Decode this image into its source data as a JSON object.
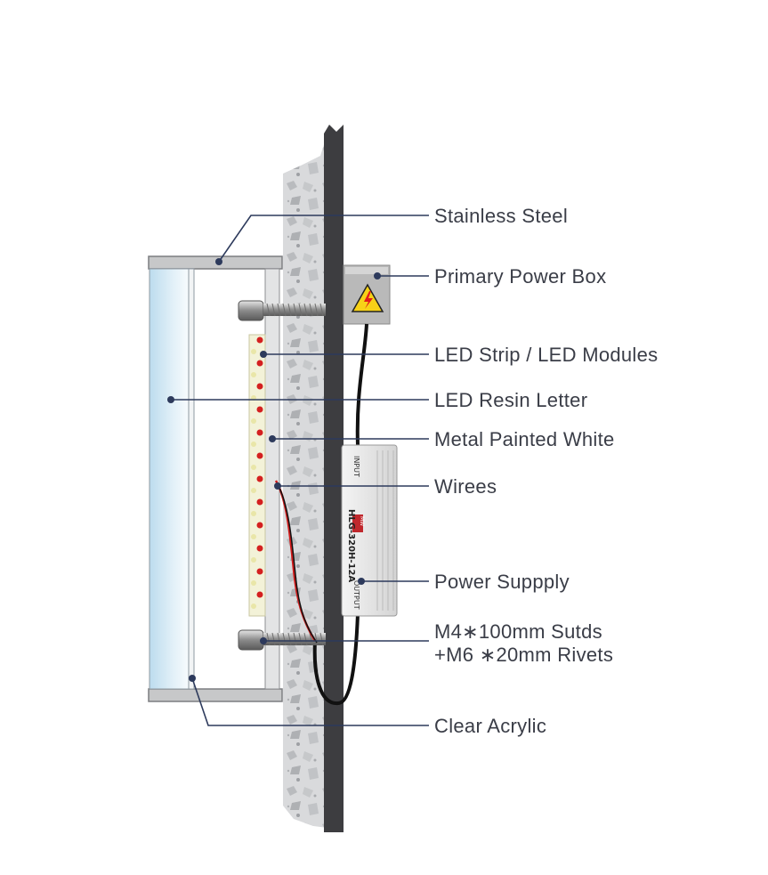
{
  "labels": {
    "stainless_steel": "Stainless Steel",
    "primary_power_box": "Primary Power Box",
    "led_strip": "LED Strip / LED Modules",
    "led_resin_letter": "LED Resin Letter",
    "metal_painted_white": "Metal  Painted White",
    "wires": "Wirees",
    "power_supply": "Power  Suppply",
    "studs_line1": "M4∗100mm Sutds",
    "studs_line2": "+M6 ∗20mm  Rivets",
    "clear_acrylic": "Clear Acrylic"
  },
  "power_supply_marks": {
    "model": "HLG-320H-12A",
    "brand": "MW",
    "input": "INPUT",
    "output": "OUTPUT"
  },
  "icons": {
    "warning": "high-voltage-warning-icon"
  },
  "colors": {
    "leader": "#2d3a5c",
    "wall": "#3d3d40",
    "frame": "#c7c8c9",
    "acrylic": "#cfe6f2",
    "warning": "#f7d117",
    "led_red": "#d42020",
    "wire_red": "#d01a1a"
  }
}
